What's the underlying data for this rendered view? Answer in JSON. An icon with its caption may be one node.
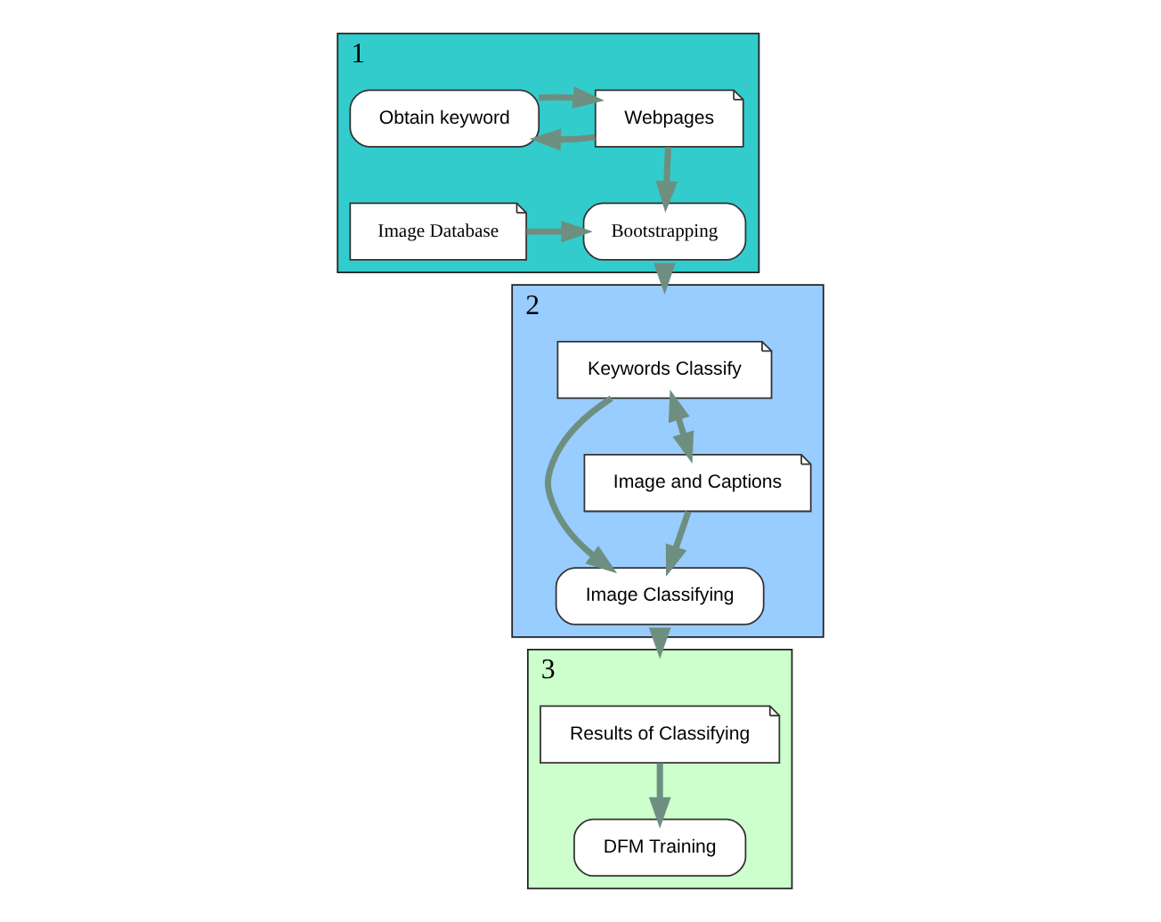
{
  "diagram": {
    "nodes": [
      {
        "text": [
          "1"
        ]
      },
      {
        "text": [
          "Webpages"
        ],
        "in": 0
      },
      {
        "text": [
          "Obtain keyword"
        ],
        "in": 0
      },
      {
        "text": [
          "Bootstrapping"
        ],
        "in": 0
      },
      {
        "text": [
          "Image Database"
        ],
        "in": 0
      },
      {
        "text": [
          "2"
        ]
      },
      {
        "text": [
          "Keywords Classify"
        ],
        "in": 5
      },
      {
        "text": [
          "Image Classifying"
        ],
        "in": 5
      },
      {
        "text": [
          "Image and Captions"
        ],
        "in": 5
      },
      {
        "text": [
          "3"
        ]
      },
      {
        "text": [
          "DFM Training"
        ],
        "in": 9
      },
      {
        "text": [
          "Results of Classifying"
        ],
        "in": 9
      }
    ],
    "edges": [
      {
        "from": 1,
        "to": 2,
        "arrow": "to"
      },
      {
        "from": 2,
        "to": 1,
        "arrow": "to"
      },
      {
        "from": 1,
        "to": 3,
        "arrow": "to"
      },
      {
        "from": 4,
        "to": 3,
        "arrow": "to"
      },
      {
        "from": 0,
        "to": 5,
        "arrow": "to"
      },
      {
        "from": 6,
        "to": 8,
        "arrow": "both"
      },
      {
        "from": 6,
        "to": 7,
        "arrow": "to"
      },
      {
        "from": 8,
        "to": 7,
        "arrow": "to"
      },
      {
        "from": 5,
        "to": 9,
        "arrow": "to"
      },
      {
        "from": 11,
        "to": 10,
        "arrow": "to"
      }
    ]
  }
}
